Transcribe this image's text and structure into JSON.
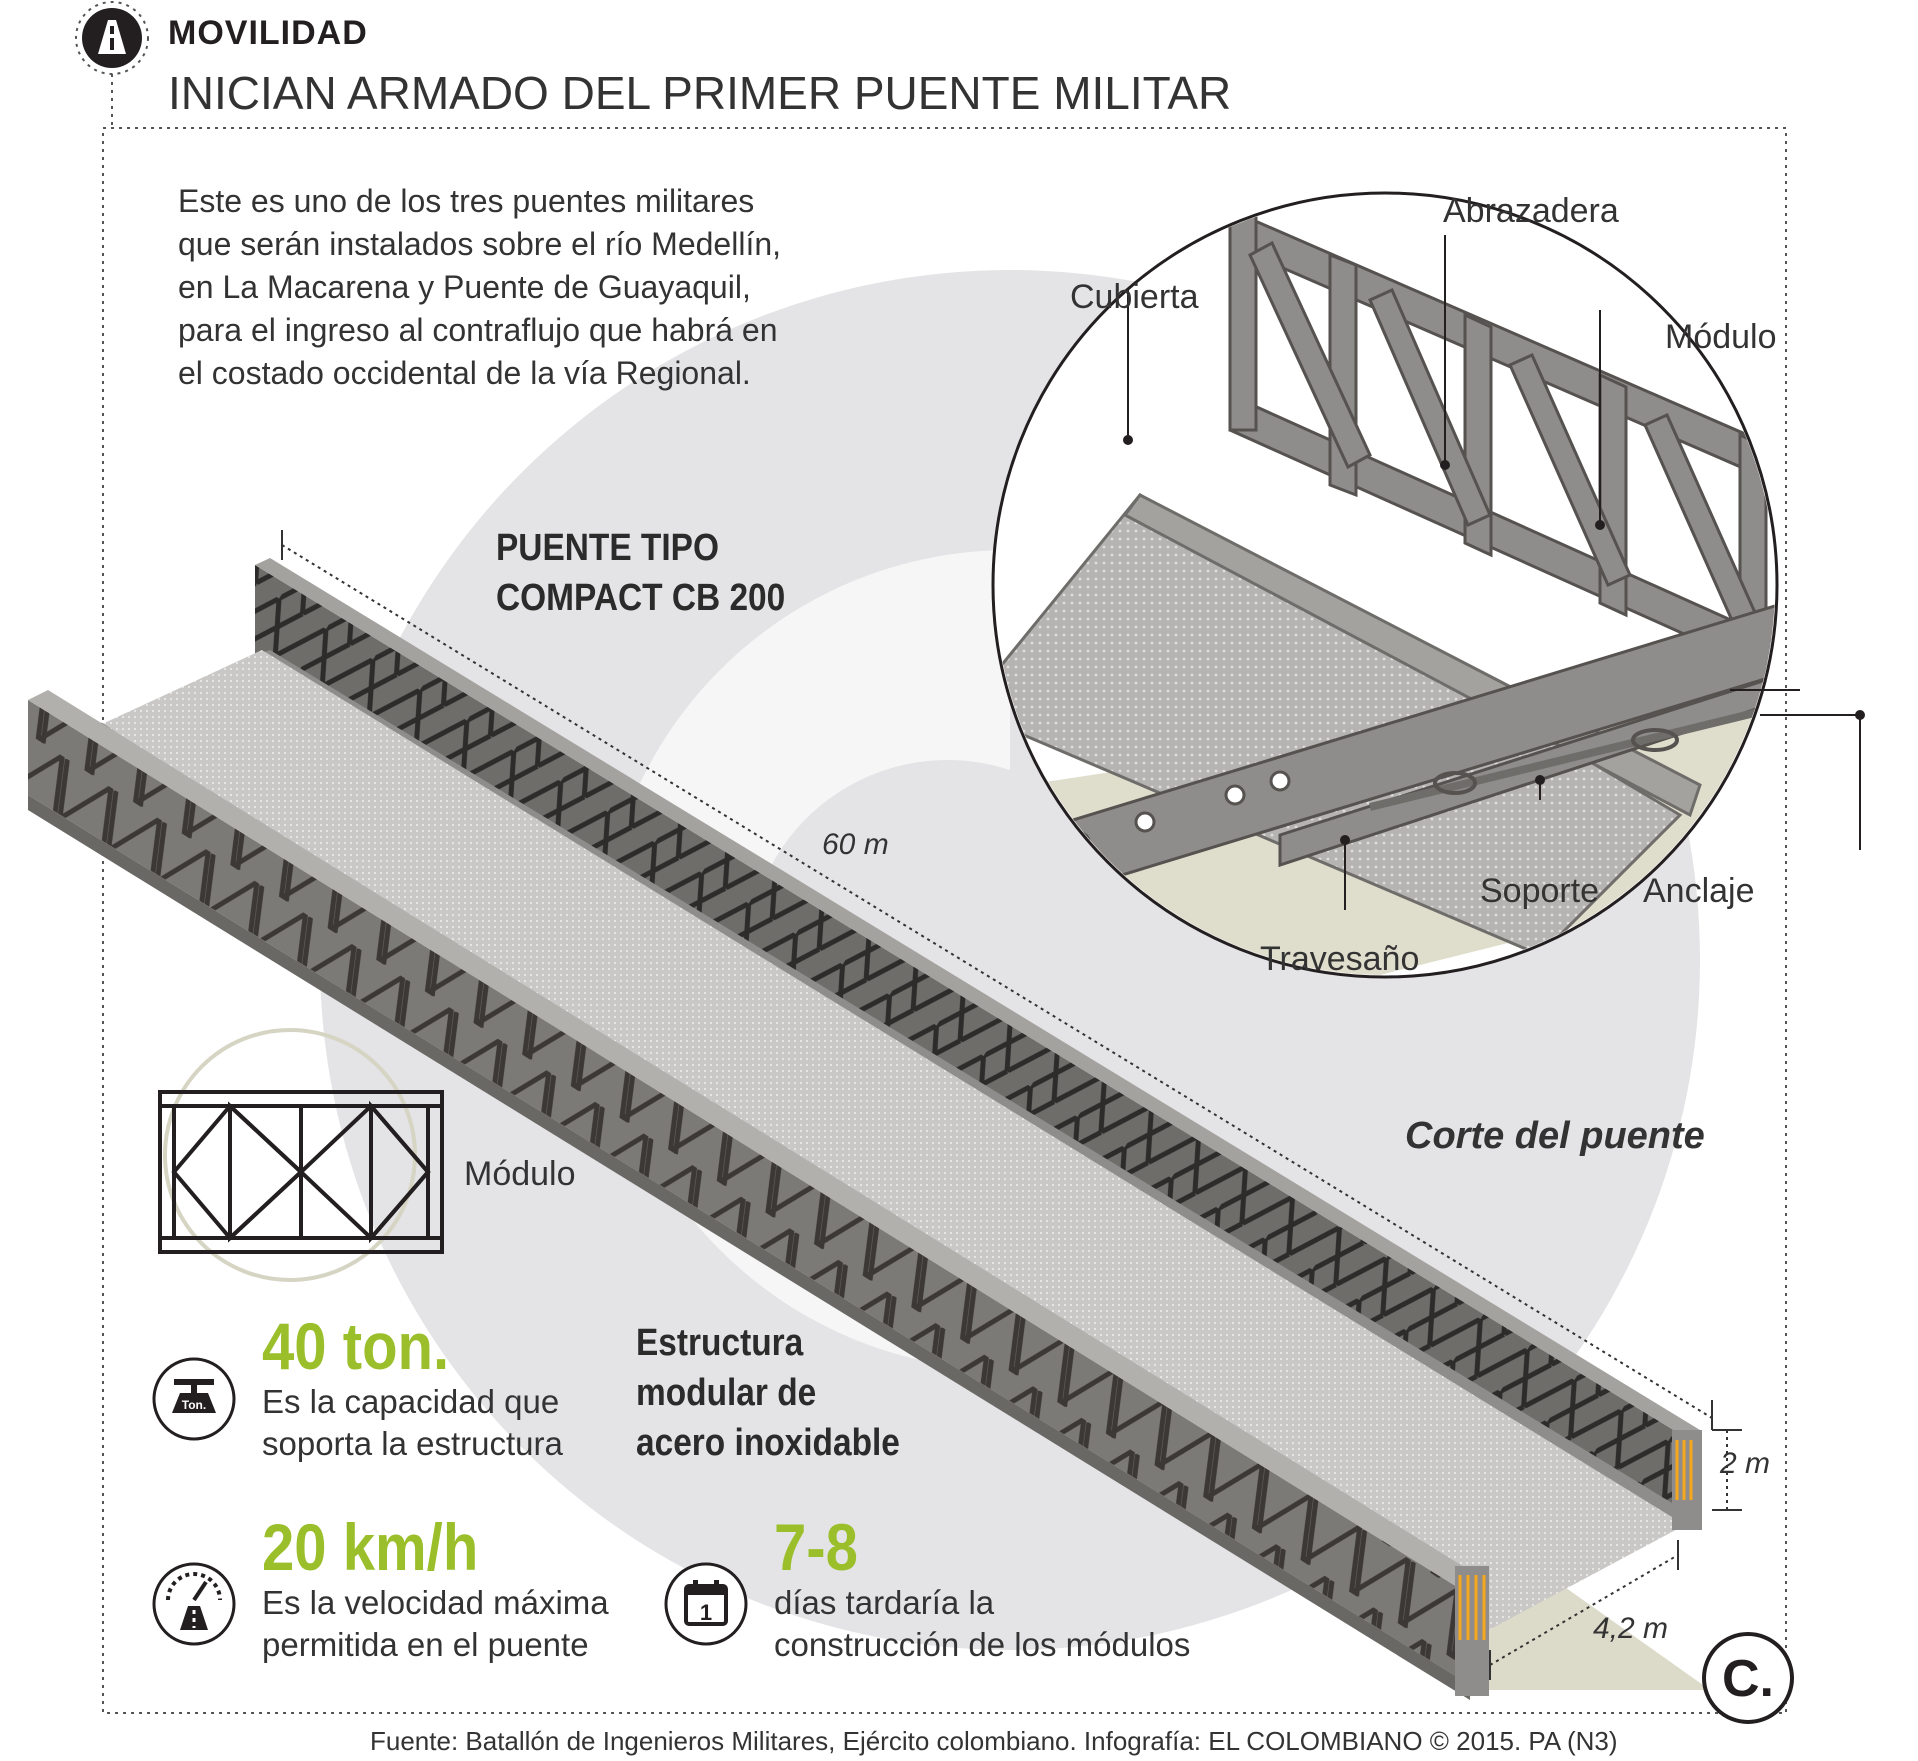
{
  "header": {
    "section": "MOVILIDAD",
    "title": "INICIAN ARMADO DEL PRIMER PUENTE MILITAR"
  },
  "intro": [
    "Este es uno de los tres puentes militares",
    "que serán instalados sobre el río Medellín,",
    "en La Macarena y Puente de Guayaquil,",
    "para el ingreso al contraflujo que habrá en",
    "el costado occidental de la vía Regional."
  ],
  "bridge": {
    "type_title": [
      "PUENTE TIPO",
      "COMPACT CB 200"
    ],
    "length": "60 m",
    "height": "2 m",
    "width": "4,2 m"
  },
  "detail": {
    "labels": {
      "cubierta": "Cubierta",
      "abrazadera": "Abrazadera",
      "modulo": "Módulo",
      "soporte": "Soporte",
      "anclaje": "Anclaje",
      "travesano": "Travesaño"
    },
    "caption": "Corte del puente"
  },
  "module_label": "Módulo",
  "structure_text": [
    "Estructura",
    "modular de",
    "acero inoxidable"
  ],
  "stats": {
    "capacity": {
      "value": "40 ton.",
      "lines": [
        "Es la capacidad que",
        "soporta la estructura"
      ],
      "icon_text": "Ton."
    },
    "speed": {
      "value": "20 km/h",
      "lines": [
        "Es la velocidad máxima",
        "permitida en el puente"
      ]
    },
    "days": {
      "value": "7-8",
      "lines": [
        "días tardaría la",
        "construcción de los módulos"
      ],
      "icon_text": "1"
    }
  },
  "logo": "C.",
  "source": "Fuente: Batallón de Ingenieros Militares, Ejército colombiano. Infografía: EL COLOMBIANO © 2015. PA (N3)",
  "colors": {
    "accent": "#9bbf2a",
    "steel": "#8e8d8b",
    "steel_dark": "#55524f",
    "shadow": "#dcdac8",
    "warning": "#f5a81c"
  }
}
